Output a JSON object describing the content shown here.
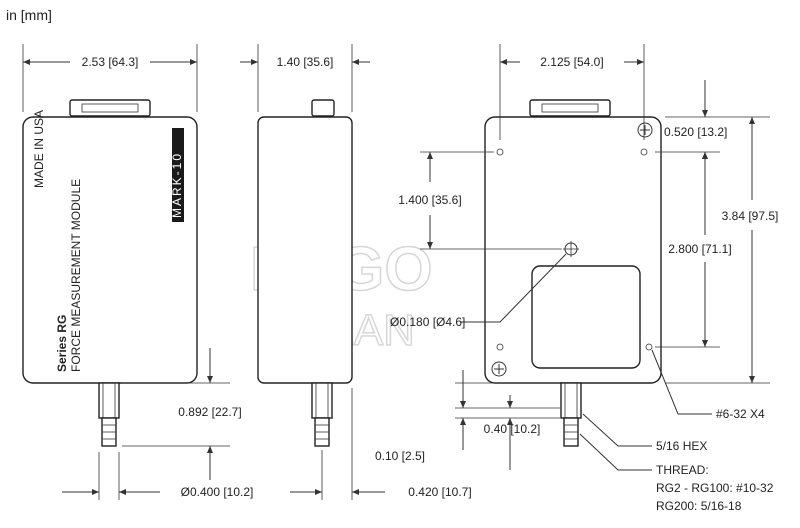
{
  "units_label": "in [mm]",
  "dims": {
    "width": "2.53 [64.3]",
    "depth": "1.40 [35.6]",
    "hole_spacing_x": "2.125 [54.0]",
    "top_to_hole": "0.520 [13.2]",
    "height": "3.84 [97.5]",
    "hole_spacing_y": "2.800 [71.1]",
    "center_hole_offset": "1.400 [35.6]",
    "center_hole_dia": "Ø0.180 [Ø4.6]",
    "connector_length": "0.892 [22.7]",
    "shaft_dia": "Ø0.400 [10.2]",
    "shaft_offset": "0.420 [10.7]",
    "bottom_offset": "0.40 [10.2]",
    "bottom_gap": "0.10 [2.5]"
  },
  "notes": {
    "screw": "#6-32 X4",
    "hex": "5/16 HEX",
    "thread_title": "THREAD:",
    "thread_1": "RG2 - RG100: #10-32",
    "thread_2": "RG200: 5/16-18"
  },
  "front_label": {
    "made_in": "MADE IN USA",
    "series": "Series RG",
    "module": "FORCE MEASUREMENT MODULE",
    "brand": "MARK-10"
  },
  "watermark": {
    "line1": "ERGO",
    "line2": "PLAN"
  }
}
